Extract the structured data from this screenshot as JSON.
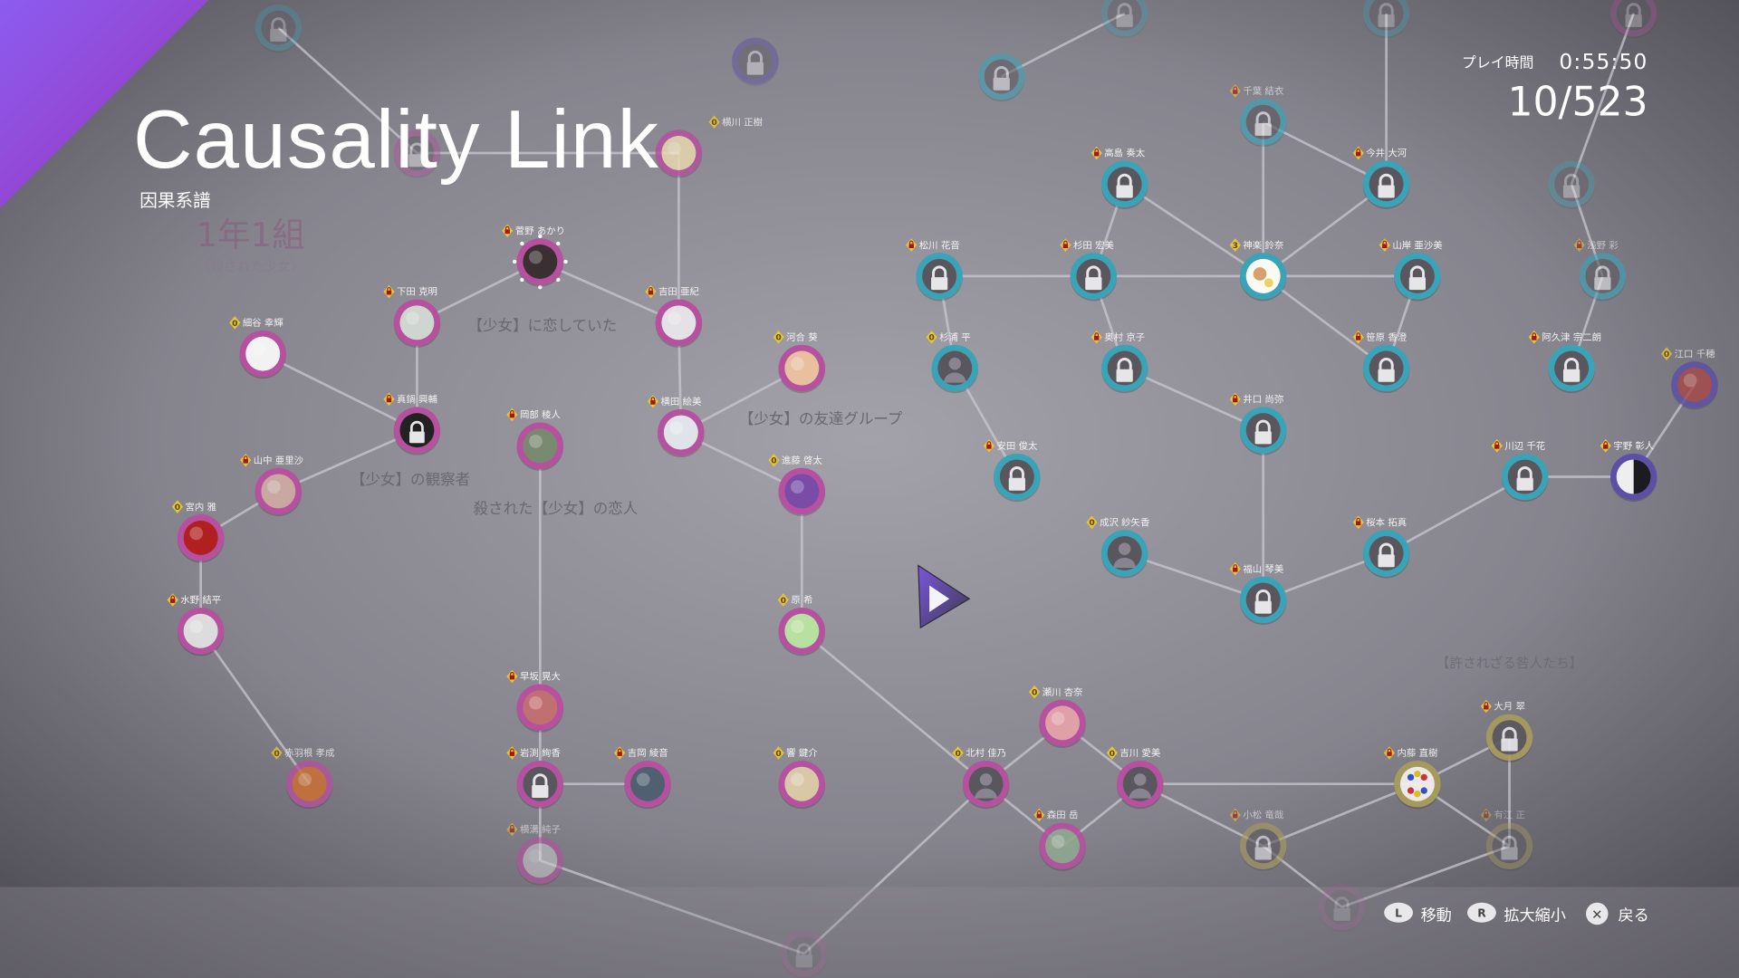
{
  "header": {
    "title": "Causality Link",
    "subtitle": "因果系譜",
    "playtime_label": "プレイ時間",
    "playtime_value": "0:55:50",
    "progress": "10/523"
  },
  "group_labels": {
    "class": "1年1組",
    "class_sub": "《殺された少女》",
    "in_love": "【少女】に恋していた",
    "observer": "【少女】の観察者",
    "lover": "殺された【少女】の恋人",
    "friends": "【少女】の友達グループ",
    "sinners": "【許されざる咎人たち】"
  },
  "footer": {
    "move": {
      "key": "L",
      "label": "移動"
    },
    "zoom": {
      "key": "R",
      "label": "拡大縮小"
    },
    "back": {
      "key": "✕",
      "label": "戻る"
    }
  },
  "colors": {
    "pink": "#b5519f",
    "teal": "#3aa3b8",
    "olive": "#a99b5c",
    "violet": "#5b4fa8",
    "badge": "#e6c33b"
  },
  "nodes": {
    "hosoya": {
      "name": "細谷 幸輝",
      "badge": "0"
    },
    "shimoda": {
      "name": "下田 克明",
      "badge": "lock"
    },
    "sugano": {
      "name": "菅野 あかり",
      "badge": "lock"
    },
    "yoshida": {
      "name": "吉田 亜紀",
      "badge": "lock"
    },
    "yokokawa": {
      "name": "横川 正樹",
      "badge": "0"
    },
    "manabe": {
      "name": "真鍋 興輔",
      "badge": "lock"
    },
    "yamanaka": {
      "name": "山中 亜里沙",
      "badge": "lock"
    },
    "miyauchi": {
      "name": "宮内 雅",
      "badge": "0"
    },
    "mizuno": {
      "name": "水野 結平",
      "badge": "lock"
    },
    "akabane": {
      "name": "赤羽根 孝成",
      "badge": "0"
    },
    "okabe": {
      "name": "岡部 稜人",
      "badge": "lock"
    },
    "yokota": {
      "name": "横田 絵美",
      "badge": "lock"
    },
    "kawai": {
      "name": "河合 葵",
      "badge": "0"
    },
    "shindo": {
      "name": "進藤 啓太",
      "badge": "0"
    },
    "hara": {
      "name": "原 希",
      "badge": "0"
    },
    "hayasaka": {
      "name": "早坂 晃大",
      "badge": "lock"
    },
    "iwabuchi": {
      "name": "岩渕 絢香",
      "badge": "lock"
    },
    "yoshioka": {
      "name": "吉岡 綾音",
      "badge": "lock"
    },
    "hibiki": {
      "name": "響 鍵介",
      "badge": "0"
    },
    "yokomizo": {
      "name": "横溝 純子",
      "badge": "lock"
    },
    "segawa": {
      "name": "瀬川 杏奈",
      "badge": "0"
    },
    "kitamura": {
      "name": "北村 佳乃",
      "badge": "0"
    },
    "yoshikawa": {
      "name": "吉川 愛美",
      "badge": "0"
    },
    "morita": {
      "name": "森田 岳",
      "badge": "lock"
    },
    "chiba": {
      "name": "千葉 結衣",
      "badge": "lock"
    },
    "takashima": {
      "name": "高島 奏太",
      "badge": "lock"
    },
    "imai": {
      "name": "今井 大河",
      "badge": "lock"
    },
    "matsukawa": {
      "name": "松川 花音",
      "badge": "lock"
    },
    "sugita": {
      "name": "杉田 宏美",
      "badge": "lock"
    },
    "kagura": {
      "name": "神楽 鈴奈",
      "badge": "3"
    },
    "yamagishi": {
      "name": "山岸 亜沙美",
      "badge": "lock"
    },
    "asano": {
      "name": "浅野 彩",
      "badge": "lock"
    },
    "sugiura": {
      "name": "杉浦 平",
      "badge": "0"
    },
    "okumura": {
      "name": "奥村 京子",
      "badge": "lock"
    },
    "sasahara": {
      "name": "笹原 香澄",
      "badge": "lock"
    },
    "akutsu": {
      "name": "阿久津 宗二朗",
      "badge": "lock"
    },
    "iguchi": {
      "name": "井口 尚弥",
      "badge": "lock"
    },
    "yasuda": {
      "name": "安田 俊太",
      "badge": "lock"
    },
    "narusawa": {
      "name": "成沢 紗矢香",
      "badge": "0"
    },
    "fukuyama": {
      "name": "福山 琴美",
      "badge": "lock"
    },
    "sakuramoto": {
      "name": "桜本 拓真",
      "badge": "lock"
    },
    "kawabe": {
      "name": "川辺 千花",
      "badge": "lock"
    },
    "uno": {
      "name": "宇野 彰人",
      "badge": "lock"
    },
    "eguchi": {
      "name": "江口 千穂",
      "badge": "0"
    },
    "otsuki": {
      "name": "大月 翠",
      "badge": "lock"
    },
    "naito": {
      "name": "内藤 直樹",
      "badge": "lock"
    },
    "komatsu": {
      "name": "小松 竜哉",
      "badge": "lock"
    },
    "arie": {
      "name": "有江 正",
      "badge": "lock"
    }
  }
}
